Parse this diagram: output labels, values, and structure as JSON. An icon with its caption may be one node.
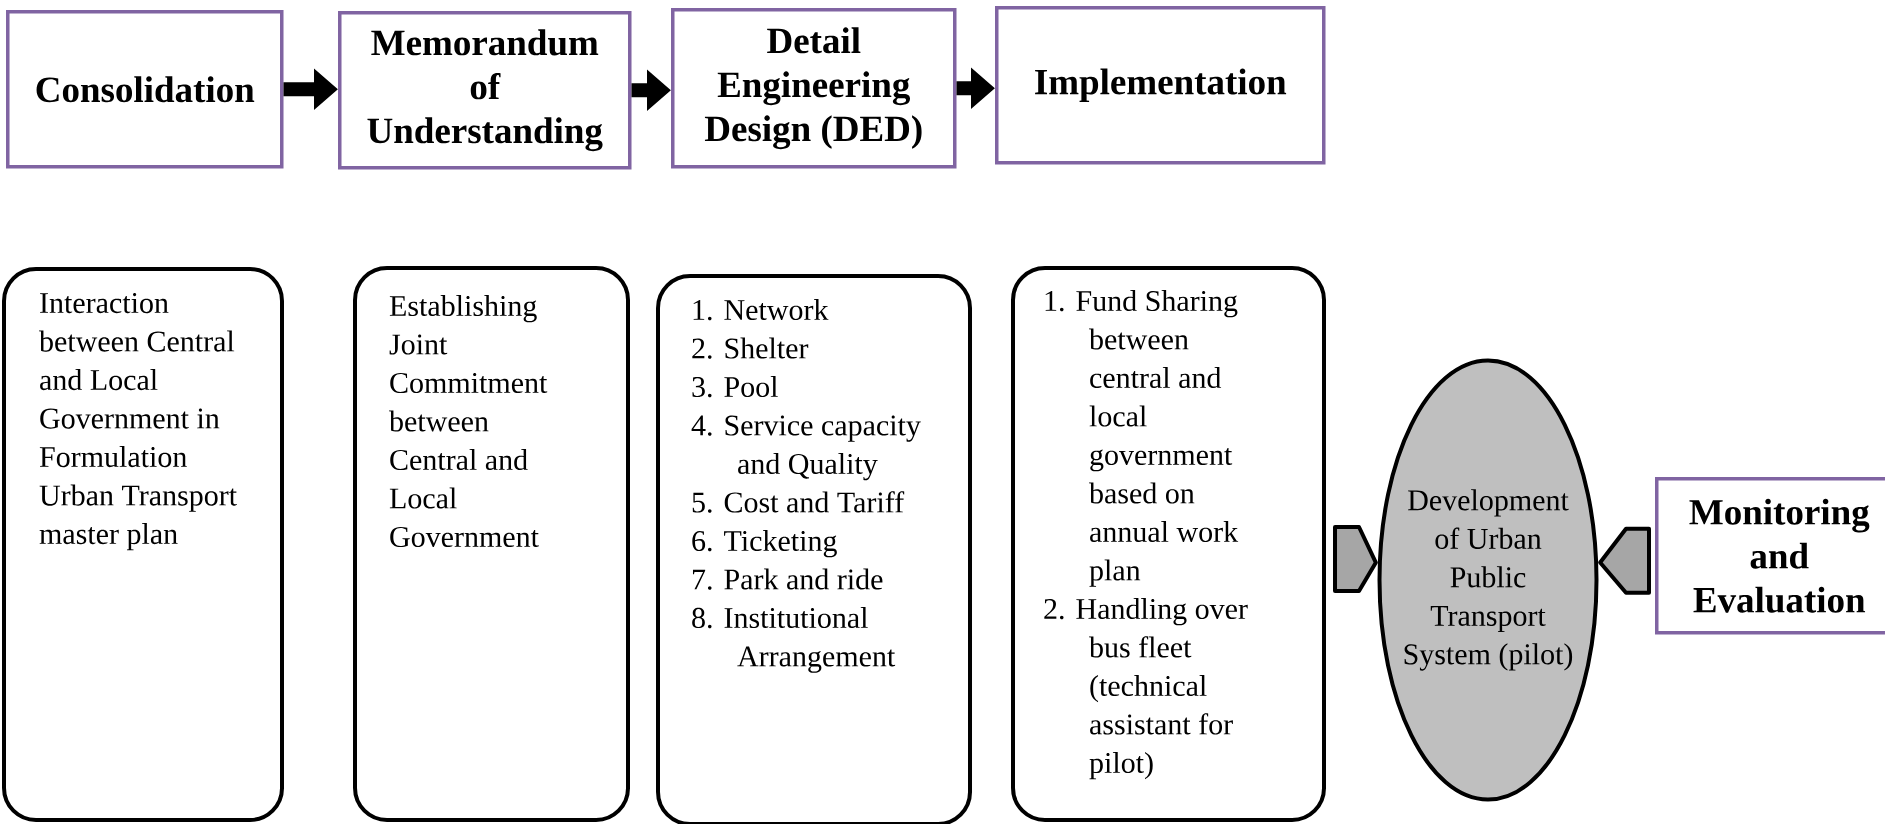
{
  "diagram": {
    "nodes": [
      {
        "text": [
          "Consolidation"
        ]
      },
      {
        "text": [
          "Memorandum of Understanding"
        ]
      },
      {
        "text": [
          "Detail Engineering Design (DED)"
        ]
      },
      {
        "text": [
          "Implementation"
        ]
      },
      {
        "text": [
          "Interaction between Central and Local Government in Formulation Urban Transport master plan"
        ]
      },
      {
        "text": [
          "Establishing Joint Commitment between Central and Local Government"
        ]
      },
      {
        "text": [
          "1. Network",
          "2. Shelter",
          "3. Pool",
          "4. Service capacity and Quality",
          "5. Cost and Tariff",
          "6. Ticketing",
          "7. Park and ride",
          "8. Institutional Arrangement"
        ]
      },
      {
        "text": [
          "1. Fund Sharing between central and local government based on annual work plan",
          "2. Handling over bus fleet (technical assistant for pilot)"
        ]
      },
      {
        "text": [
          "Development of Urban Public Transport System (pilot)"
        ]
      },
      {
        "text": [
          "Monitoring and Evaluation"
        ]
      }
    ],
    "edges": [
      {
        "from": 0,
        "to": 1,
        "arrow": "to"
      },
      {
        "from": 1,
        "to": 2,
        "arrow": "to"
      },
      {
        "from": 2,
        "to": 3,
        "arrow": "to"
      },
      {
        "from": 7,
        "to": 8,
        "arrow": "to"
      },
      {
        "from": 9,
        "to": 8,
        "arrow": "to"
      }
    ]
  }
}
